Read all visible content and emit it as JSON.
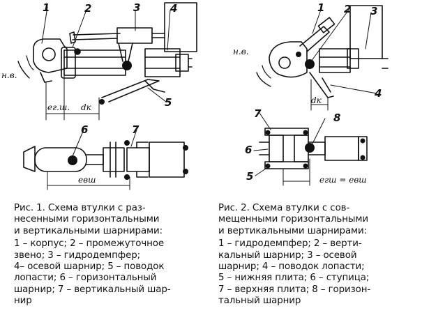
{
  "figure1": {
    "labels": {
      "n1": "1",
      "n2": "2",
      "n3": "3",
      "n4": "4",
      "n5": "5",
      "n6": "6",
      "n7": "7"
    },
    "annotations": {
      "nv": "н.в.",
      "egsh": "eг.ш.",
      "dk": "dк",
      "evsh": "eвш"
    },
    "caption": {
      "title": [
        "Рис. 1. Схема втулки с раз-",
        "несенными горизонтальными",
        "и вертикальными шарнирами:"
      ],
      "lines": [
        "1 – корпус; 2 – промежуточное",
        "звено; 3 – гидродемпфер;",
        "4– осевой шарнир; 5 – поводок",
        "лопасти; 6 – горизонтальный",
        "шарнир; 7 – вертикальный шар-",
        "нир"
      ]
    }
  },
  "figure2": {
    "labels": {
      "n1": "1",
      "n2": "2",
      "n3": "3",
      "n4": "4",
      "n5": "5",
      "n6": "6",
      "n7": "7",
      "n8": "8"
    },
    "annotations": {
      "nv": "н.в.",
      "dk": "dк",
      "egsh_evsh": "eгш = eвш"
    },
    "caption": {
      "title": [
        "Рис. 2. Схема втулки с сов-",
        "мещенными горизонтальными",
        "и вертикальными шарнирами:"
      ],
      "lines": [
        "1 – гидродемпфер; 2 – верти-",
        "кальный шарнир; 3 – осевой",
        "шарнир; 4 – поводок лопасти;",
        "5 – нижняя плита; 6 – ступица;",
        "7 – верхняя плита; 8 – горизон-",
        "тальный шарнир"
      ]
    }
  }
}
